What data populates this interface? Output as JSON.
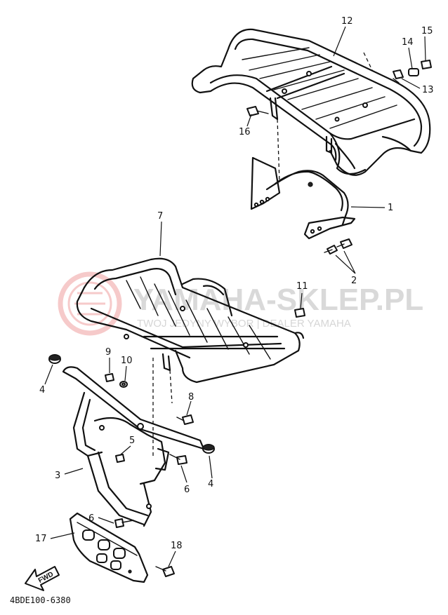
{
  "watermark": {
    "main_text": "YAMAHA-SKLEP.PL",
    "sub_text": "TWOJ JEDYNY WYBOR | DEALER YAMAHA",
    "logo_color": "#f3c9c9",
    "text_color": "#d9d9d9"
  },
  "diagram_code": "4BDE100-6380",
  "fwd_label": "FWD",
  "callouts": {
    "c1": "1",
    "c2": "2",
    "c3": "3",
    "c4a": "4",
    "c4b": "4",
    "c5": "5",
    "c6a": "6",
    "c6b": "6",
    "c7": "7",
    "c8": "8",
    "c9": "9",
    "c10": "10",
    "c11": "11",
    "c12": "12",
    "c13": "13",
    "c14": "14",
    "c15": "15",
    "c16": "16",
    "c17": "17",
    "c18": "18"
  }
}
